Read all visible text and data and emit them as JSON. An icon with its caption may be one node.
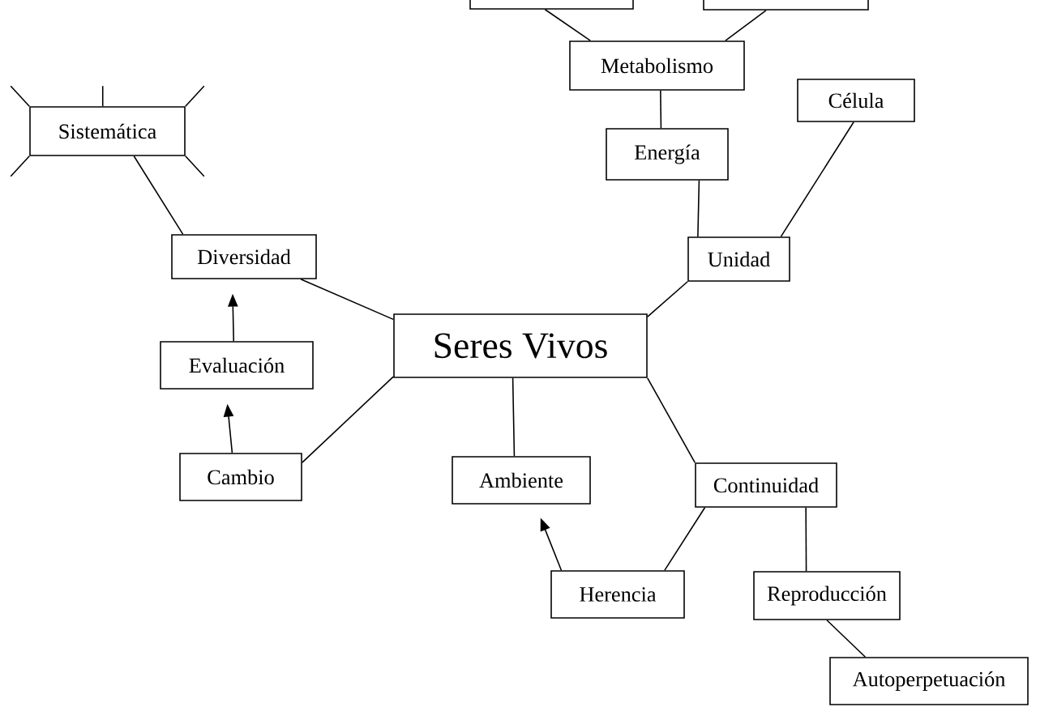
{
  "diagram": {
    "nodes": [
      {
        "text": [],
        "shape": "box"
      },
      {
        "text": [],
        "shape": "box"
      },
      {
        "text": [
          "Metabolismo"
        ]
      },
      {
        "text": [
          "Sistemática"
        ]
      },
      {
        "text": [
          "Célula"
        ]
      },
      {
        "text": [
          "Energía"
        ]
      },
      {
        "text": [
          "Diversidad"
        ]
      },
      {
        "text": [
          "Unidad"
        ]
      },
      {
        "text": [
          "Seres Vivos"
        ]
      },
      {
        "text": [
          "Evaluación"
        ]
      },
      {
        "text": [
          "Cambio"
        ]
      },
      {
        "text": [
          "Ambiente"
        ]
      },
      {
        "text": [
          "Continuidad"
        ]
      },
      {
        "text": [
          "Herencia"
        ]
      },
      {
        "text": [
          "Reproducción"
        ]
      },
      {
        "text": [
          "Autoperpetuación"
        ]
      }
    ],
    "edges": [
      {
        "from": 0,
        "to": 2,
        "arrow": "none"
      },
      {
        "from": 1,
        "to": 2,
        "arrow": "none"
      },
      {
        "from": 2,
        "to": 5,
        "arrow": "none"
      },
      {
        "from": 5,
        "to": 7,
        "arrow": "none"
      },
      {
        "from": 4,
        "to": 7,
        "arrow": "none"
      },
      {
        "from": 3,
        "to": 6,
        "arrow": "none"
      },
      {
        "from": 6,
        "to": 8,
        "arrow": "none"
      },
      {
        "from": 7,
        "to": 8,
        "arrow": "none"
      },
      {
        "from": 8,
        "to": 10,
        "arrow": "none"
      },
      {
        "from": 8,
        "to": 11,
        "arrow": "none"
      },
      {
        "from": 8,
        "to": 12,
        "arrow": "none"
      },
      {
        "from": 12,
        "to": 13,
        "arrow": "none"
      },
      {
        "from": 12,
        "to": 14,
        "arrow": "none"
      },
      {
        "from": 14,
        "to": 15,
        "arrow": "none"
      },
      {
        "from": 9,
        "to": 6,
        "arrow": "to"
      },
      {
        "from": 10,
        "to": 9,
        "arrow": "to"
      },
      {
        "from": 13,
        "to": 11,
        "arrow": "to"
      },
      {
        "from": 3,
        "to": null,
        "arrow": "none"
      },
      {
        "from": 3,
        "to": null,
        "arrow": "none"
      },
      {
        "from": 3,
        "to": null,
        "arrow": "none"
      },
      {
        "from": 3,
        "to": null,
        "arrow": "none"
      },
      {
        "from": 3,
        "to": null,
        "arrow": "none"
      }
    ]
  }
}
